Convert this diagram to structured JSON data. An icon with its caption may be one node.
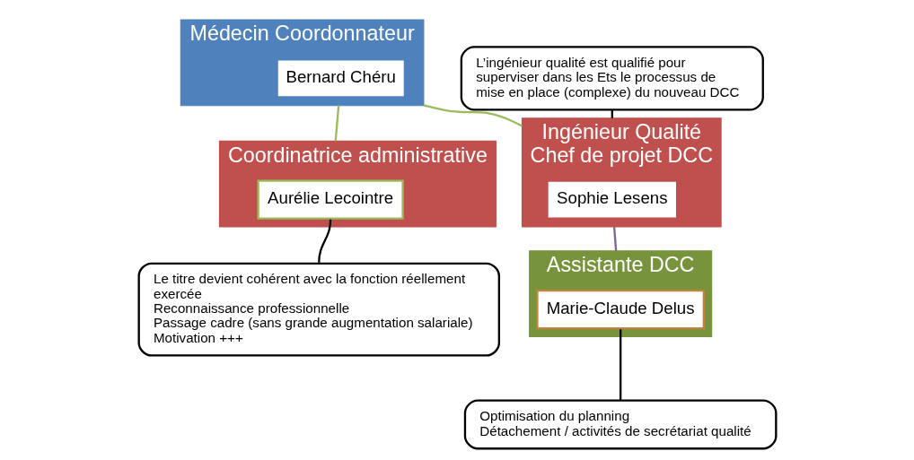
{
  "diagram": {
    "nodes": [
      {
        "text": [
          "Médecin Coordonnateur"
        ]
      },
      {
        "text": [
          "Bernard Chéru"
        ],
        "in": 0
      },
      {
        "text": [
          "L’ingénieur qualité est qualifié pour superviser dans les Ets le processus de mise en place (complexe) du nouveau DCC"
        ]
      },
      {
        "text": [
          "Coordinatrice administrative"
        ]
      },
      {
        "text": [
          "Aurélie Lecointre"
        ],
        "in": 3
      },
      {
        "text": [
          "Ingénieur Qualité",
          "Chef de projet DCC"
        ]
      },
      {
        "text": [
          "Sophie Lesens"
        ],
        "in": 5
      },
      {
        "text": [
          "Le titre devient cohérent avec la fonction réellement exercée",
          "Reconnaissance professionnelle",
          "Passage cadre (sans grande augmentation salariale)",
          "Motivation +++"
        ]
      },
      {
        "text": [
          "Assistante DCC"
        ]
      },
      {
        "text": [
          "Marie-Claude Delus"
        ],
        "in": 8
      },
      {
        "text": [
          "Optimisation du planning",
          "Détachement / activités de secrétariat qualité"
        ]
      }
    ],
    "edges": [
      {
        "from": 0,
        "to": 3,
        "arrow": "none",
        "color": "#9bbb59"
      },
      {
        "from": 0,
        "to": 5,
        "arrow": "none",
        "color": "#9bbb59"
      },
      {
        "from": 5,
        "to": 8,
        "arrow": "none",
        "color": "#8064a2"
      },
      {
        "from": 2,
        "to": 5,
        "arrow": "none",
        "color": "#000000"
      },
      {
        "from": 7,
        "to": 4,
        "arrow": "none",
        "color": "#000000"
      },
      {
        "from": 10,
        "to": 9,
        "arrow": "none",
        "color": "#000000"
      }
    ]
  }
}
